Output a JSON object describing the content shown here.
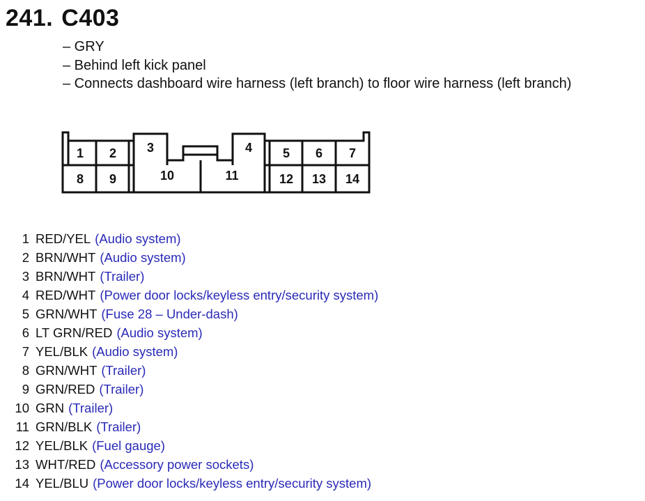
{
  "header": {
    "number": "241.",
    "connector_id": "C403"
  },
  "description": [
    "– GRY",
    "– Behind left kick panel",
    "– Connects dashboard wire harness (left branch) to floor wire harness (left branch)"
  ],
  "connector_face": {
    "labels": {
      "p1": "1",
      "p2": "2",
      "p3": "3",
      "p4": "4",
      "p5": "5",
      "p6": "6",
      "p7": "7",
      "p8": "8",
      "p9": "9",
      "p10": "10",
      "p11": "11",
      "p12": "12",
      "p13": "13",
      "p14": "14"
    }
  },
  "pins": [
    {
      "num": "1",
      "color": "RED/YEL",
      "circuit": "(Audio system)"
    },
    {
      "num": "2",
      "color": "BRN/WHT",
      "circuit": "(Audio system)"
    },
    {
      "num": "3",
      "color": "BRN/WHT",
      "circuit": "(Trailer)"
    },
    {
      "num": "4",
      "color": "RED/WHT",
      "circuit": "(Power door locks/keyless entry/security system)"
    },
    {
      "num": "5",
      "color": "GRN/WHT",
      "circuit": "(Fuse 28 – Under-dash)"
    },
    {
      "num": "6",
      "color": "LT GRN/RED",
      "circuit": "(Audio system)"
    },
    {
      "num": "7",
      "color": "YEL/BLK",
      "circuit": "(Audio system)"
    },
    {
      "num": "8",
      "color": "GRN/WHT",
      "circuit": "(Trailer)"
    },
    {
      "num": "9",
      "color": "GRN/RED",
      "circuit": "(Trailer)"
    },
    {
      "num": "10",
      "color": "GRN",
      "circuit": "(Trailer)"
    },
    {
      "num": "11",
      "color": "GRN/BLK",
      "circuit": "(Trailer)"
    },
    {
      "num": "12",
      "color": "YEL/BLK",
      "circuit": "(Fuel gauge)"
    },
    {
      "num": "13",
      "color": "WHT/RED",
      "circuit": "(Accessory power sockets)"
    },
    {
      "num": "14",
      "color": "YEL/BLU",
      "circuit": "(Power door locks/keyless entry/security system)"
    }
  ],
  "colors": {
    "text": "#111111",
    "circuit_text": "#2a2ab8",
    "outline": "#111111"
  }
}
